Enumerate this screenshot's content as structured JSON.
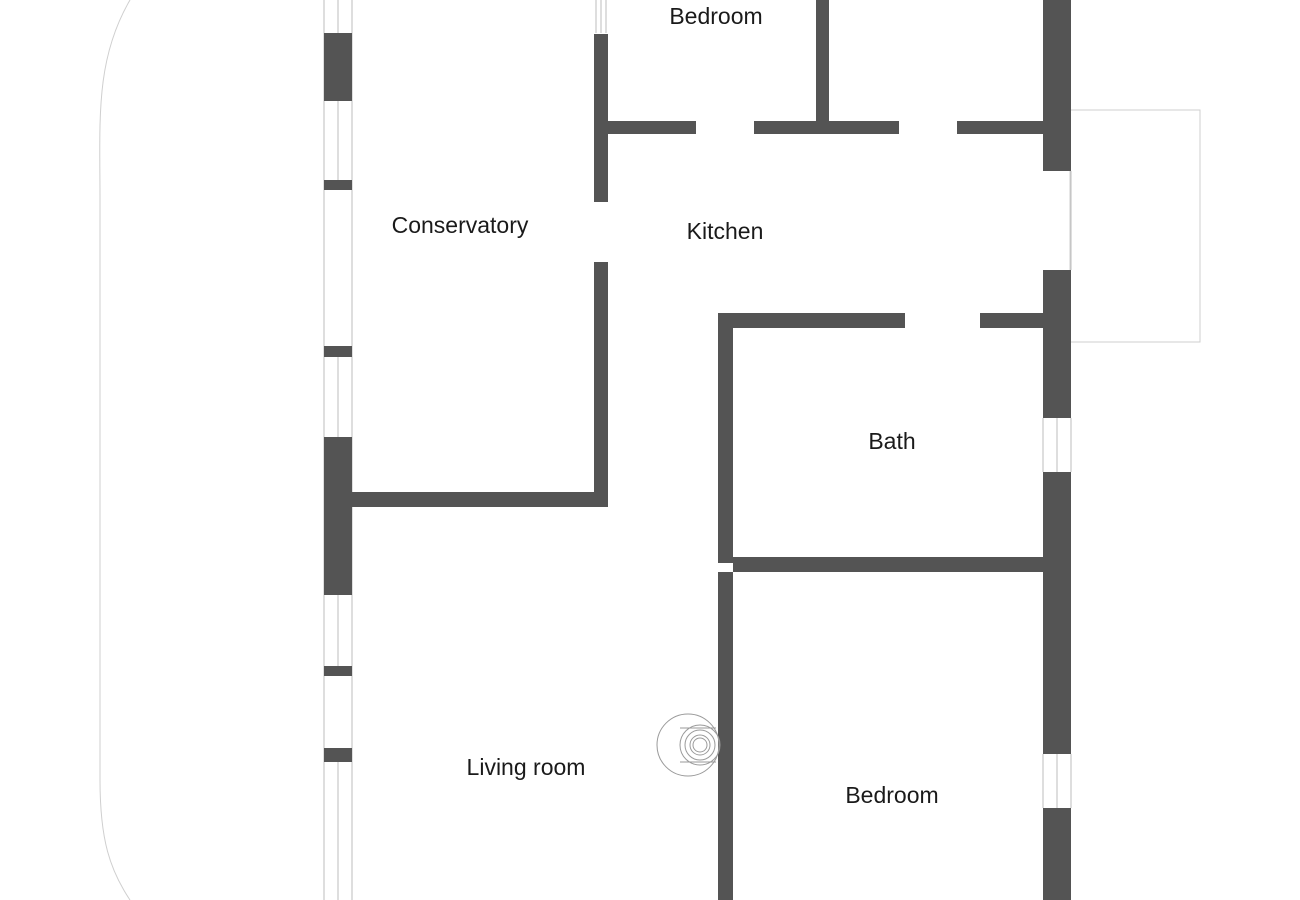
{
  "rooms": {
    "bedroom_top": "Bedroom",
    "conservatory": "Conservatory",
    "kitchen": "Kitchen",
    "bath": "Bath",
    "living_room": "Living room",
    "bedroom_bottom": "Bedroom"
  },
  "colors": {
    "wall": "#545454",
    "window": "#bdbdbd",
    "label": "#1a1a1a"
  },
  "icons": {
    "stair": "spiral-staircase-icon"
  }
}
